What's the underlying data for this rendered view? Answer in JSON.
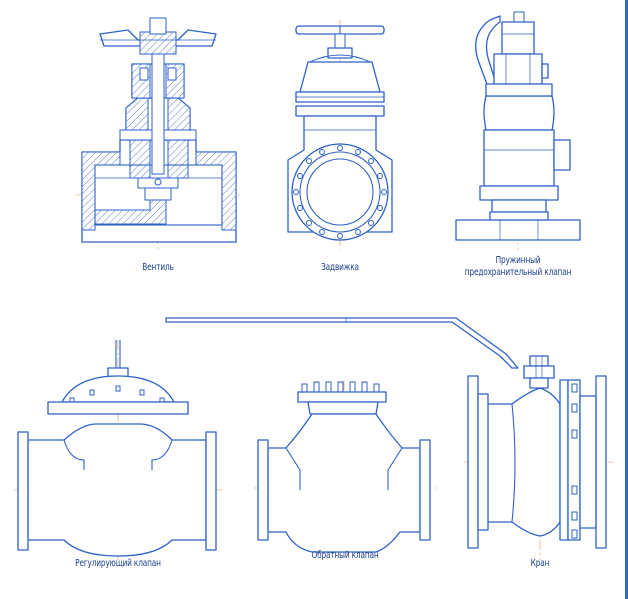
{
  "colors": {
    "line": "#2d62c8",
    "axis": "#e8944a",
    "caption": "#1d3f8f",
    "border": "#2c6fb3"
  },
  "captions": {
    "globe_valve": "Вентиль",
    "gate_valve": "Задвижка",
    "safety_valve_line1": "Пружинный",
    "safety_valve_line2": "предохранительный клапан",
    "control_valve": "Регулирующий клапан",
    "check_valve": "Обратный клапан",
    "ball_valve": "Кран"
  }
}
